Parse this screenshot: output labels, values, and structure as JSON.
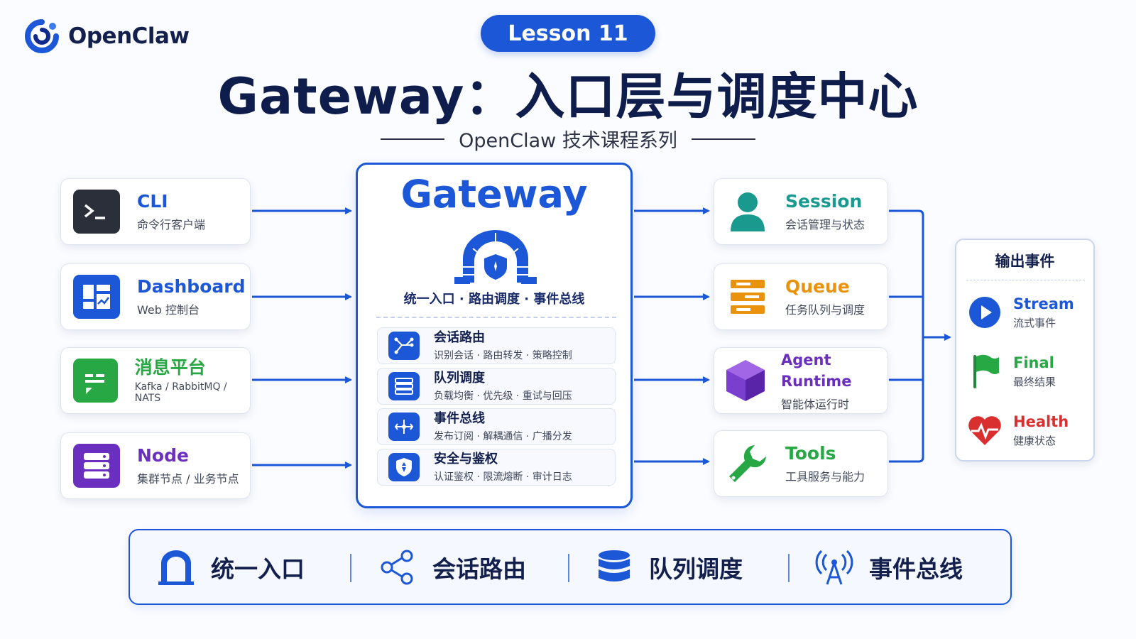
{
  "brand": {
    "name": "OpenClaw",
    "logo_icon": "openclaw-logo-icon"
  },
  "lesson": "Lesson 11",
  "title": "Gateway：入口层与调度中心",
  "subtitle": "OpenClaw 技术课程系列",
  "inputs": [
    {
      "name": "CLI",
      "desc": "命令行客户端",
      "icon": "terminal-icon",
      "color": "#1b57d6"
    },
    {
      "name": "Dashboard",
      "desc": "Web 控制台",
      "icon": "dashboard-icon",
      "color": "#1b57d6"
    },
    {
      "name": "消息平台",
      "desc": "Kafka / RabbitMQ / NATS",
      "icon": "message-icon",
      "color": "#27a845"
    },
    {
      "name": "Node",
      "desc": "集群节点 / 业务节点",
      "icon": "server-icon",
      "color": "#6b2fc0"
    }
  ],
  "gateway": {
    "title": "Gateway",
    "icon": "gateway-shield-icon",
    "tagline": "统一入口 · 路由调度 · 事件总线",
    "features": [
      {
        "name": "会话路由",
        "desc": "识别会话 · 路由转发 · 策略控制",
        "icon": "routing-icon"
      },
      {
        "name": "队列调度",
        "desc": "负载均衡 · 优先级 · 重试与回压",
        "icon": "queue-list-icon"
      },
      {
        "name": "事件总线",
        "desc": "发布订阅 · 解耦通信 · 广播分发",
        "icon": "event-bus-icon"
      },
      {
        "name": "安全与鉴权",
        "desc": "认证鉴权 · 限流熔断 · 审计日志",
        "icon": "shield-icon"
      }
    ]
  },
  "services": [
    {
      "name": "Session",
      "desc": "会话管理与状态",
      "icon": "user-icon",
      "color": "#1a9a8e"
    },
    {
      "name": "Queue",
      "desc": "任务队列与调度",
      "icon": "queue-icon",
      "color": "#e8920d"
    },
    {
      "name": "Agent Runtime",
      "desc": "智能体运行时",
      "icon": "cube-icon",
      "color": "#6b2fc0"
    },
    {
      "name": "Tools",
      "desc": "工具服务与能力",
      "icon": "wrench-icon",
      "color": "#27a845"
    }
  ],
  "output": {
    "title": "输出事件",
    "items": [
      {
        "name": "Stream",
        "desc": "流式事件",
        "icon": "play-icon",
        "color": "#1b57d6"
      },
      {
        "name": "Final",
        "desc": "最终结果",
        "icon": "flag-icon",
        "color": "#27a845"
      },
      {
        "name": "Health",
        "desc": "健康状态",
        "icon": "heart-icon",
        "color": "#d92f2f"
      }
    ]
  },
  "footer": [
    {
      "label": "统一入口",
      "icon": "gate-icon"
    },
    {
      "label": "会话路由",
      "icon": "nodes-icon"
    },
    {
      "label": "队列调度",
      "icon": "database-icon"
    },
    {
      "label": "事件总线",
      "icon": "broadcast-icon"
    }
  ]
}
